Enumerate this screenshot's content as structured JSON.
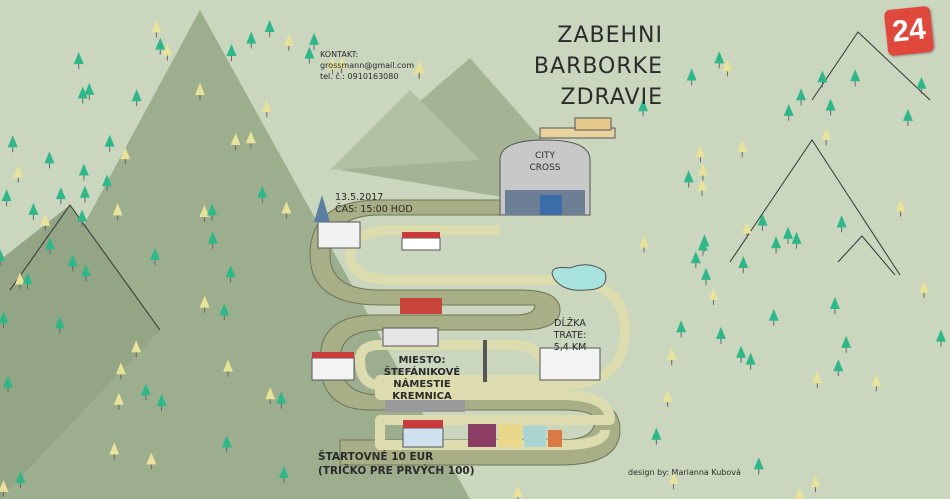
{
  "title": {
    "line1": "ZABEHNI BARBORKE",
    "line2": "ZDRAVIE"
  },
  "contact": {
    "heading": "KONTAKT:",
    "email": "grossmann@gmail.com",
    "phone": "tel. č.: 0910163080"
  },
  "date": {
    "date": "13.5.2017",
    "time": "ČAS: 15:00 HOD"
  },
  "city_cross": {
    "line1": "CITY",
    "line2": "CROSS"
  },
  "track": {
    "line1": "DĹŽKA TRATE:",
    "line2": "5,4 KM"
  },
  "place": {
    "line1": "MIESTO: ŠTEFÁNIKOVÉ",
    "line2": "NÁMESTIE KREMNICA"
  },
  "fee": {
    "line1": "ŠTARTOVNÉ 10 EUR",
    "line2": "(TRIČKO PRE PRVÝCH 100)"
  },
  "credit": "design by: Marianna Kubová",
  "logo": "24",
  "colors": {
    "background": "#cad6bd",
    "mountain": "#9dae8f",
    "road": "#a8ae85",
    "path": "#dcdcae",
    "tree_green": "#2eb88a",
    "tree_light": "#e8e29a",
    "logo_red": "#e0483b"
  }
}
